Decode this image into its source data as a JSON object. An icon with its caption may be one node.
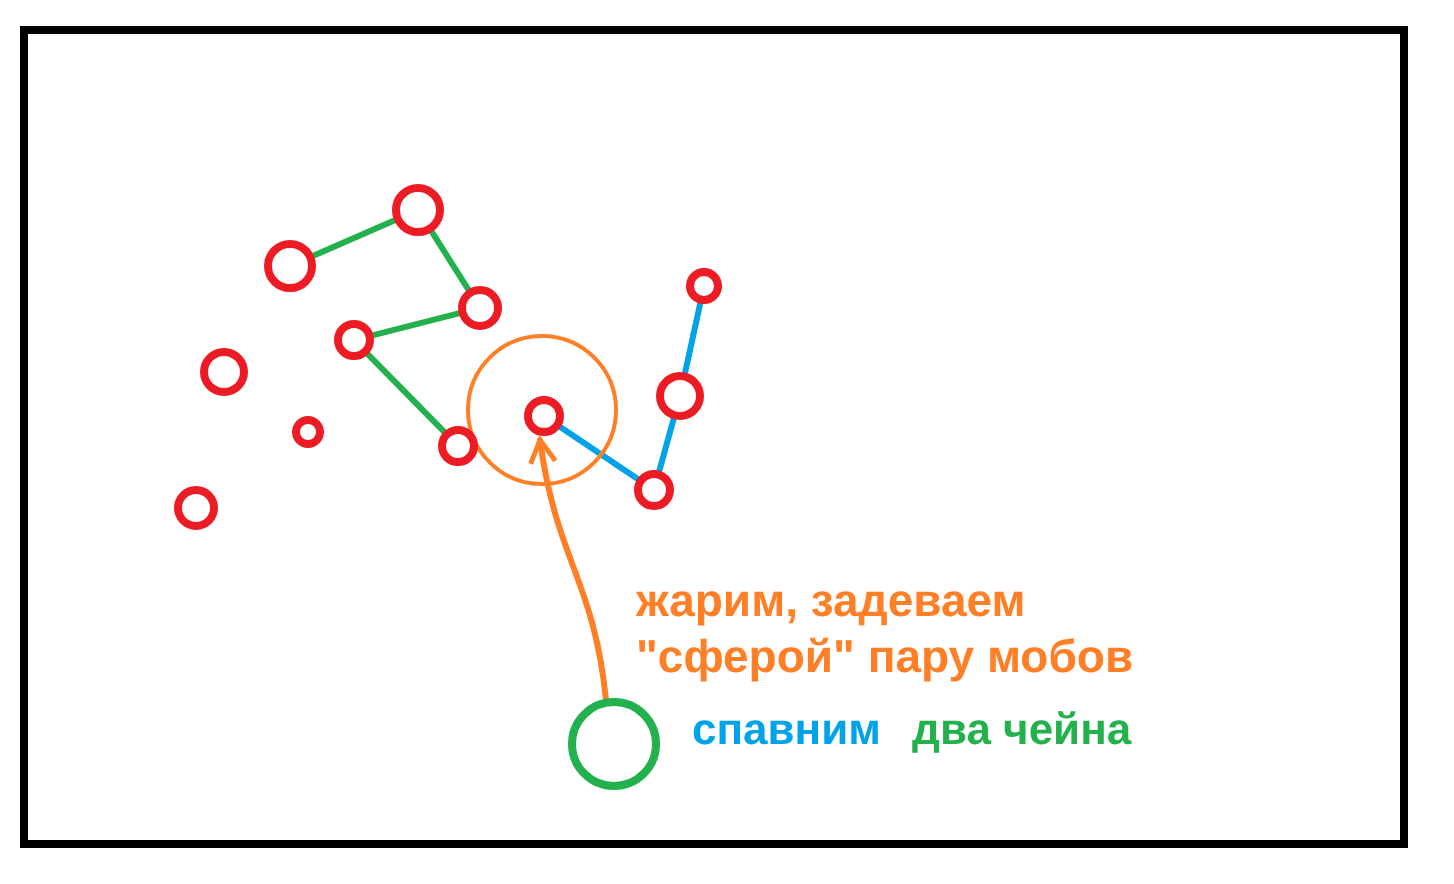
{
  "diagram": {
    "nodes": [
      {
        "text": [],
        "shape": "circle"
      },
      {
        "text": [],
        "shape": "circle"
      },
      {
        "text": [],
        "shape": "circle"
      },
      {
        "text": [],
        "shape": "circle"
      },
      {
        "text": [],
        "shape": "circle"
      },
      {
        "text": [],
        "shape": "circle"
      },
      {
        "text": [],
        "shape": "circle"
      },
      {
        "text": [],
        "shape": "circle"
      },
      {
        "text": [],
        "shape": "circle",
        "in": 7
      },
      {
        "text": [],
        "shape": "circle"
      },
      {
        "text": [],
        "shape": "circle"
      },
      {
        "text": [],
        "shape": "circle"
      },
      {
        "text": [],
        "shape": "circle"
      },
      {
        "text": [],
        "shape": "circle"
      }
    ],
    "edges": [
      {
        "from": 1,
        "to": 0,
        "arrow": "none"
      },
      {
        "from": 0,
        "to": 3,
        "arrow": "none"
      },
      {
        "from": 3,
        "to": 4,
        "arrow": "none"
      },
      {
        "from": 4,
        "to": 10,
        "arrow": "none"
      },
      {
        "from": 2,
        "to": 6,
        "arrow": "none",
        "color": "#00a2e8"
      },
      {
        "from": 6,
        "to": 11,
        "arrow": "none",
        "color": "#00a2e8"
      },
      {
        "from": 8,
        "to": 11,
        "arrow": "none",
        "color": "#00a2e8"
      },
      {
        "from": 13,
        "to": 8,
        "arrow": "to",
        "color": "#ff7f27"
      }
    ],
    "labels": [
      "жарим, задеваем \"сферой\" пару мобов",
      "спавним",
      "два чейна"
    ]
  }
}
